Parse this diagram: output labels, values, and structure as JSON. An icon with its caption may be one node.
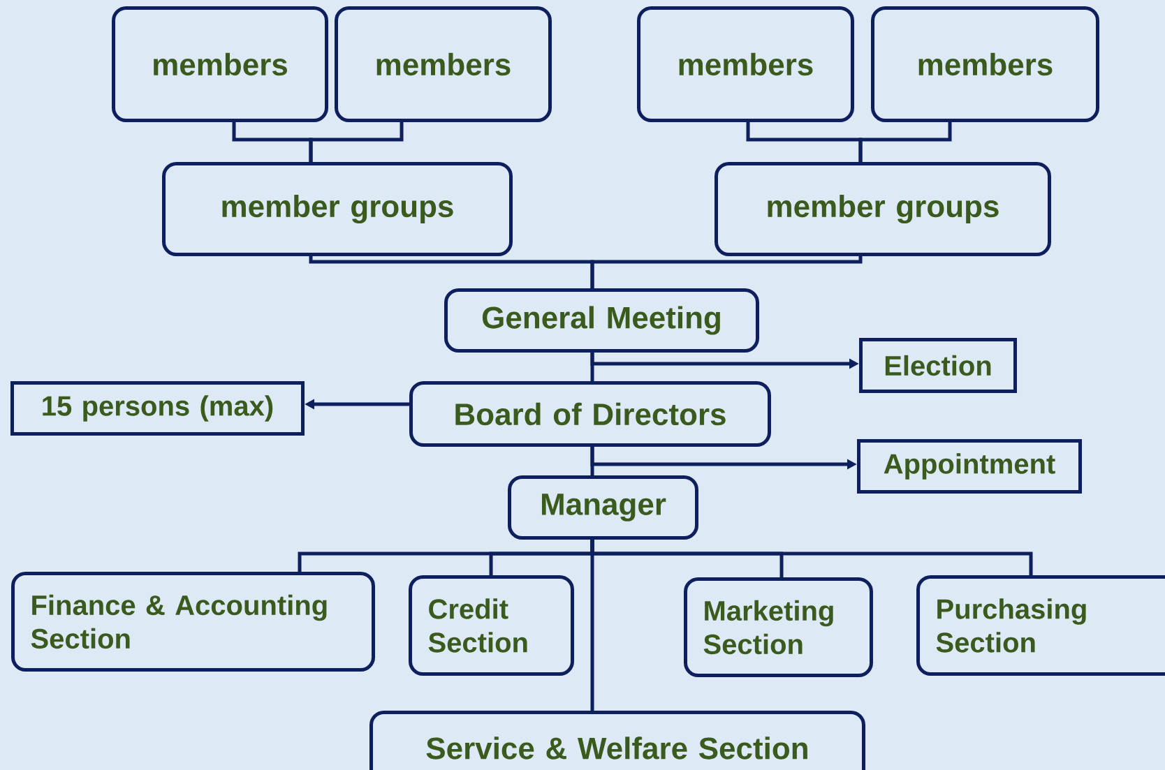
{
  "diagram": {
    "nodes": [
      {
        "text": [
          "members"
        ]
      },
      {
        "text": [
          "members"
        ]
      },
      {
        "text": [
          "members"
        ]
      },
      {
        "text": [
          "members"
        ]
      },
      {
        "text": [
          "member groups"
        ]
      },
      {
        "text": [
          "member groups"
        ]
      },
      {
        "text": [
          "General Meeting"
        ]
      },
      {
        "text": [
          "Election"
        ]
      },
      {
        "text": [
          "15 persons (max)"
        ]
      },
      {
        "text": [
          "Board of Directors"
        ]
      },
      {
        "text": [
          "Appointment"
        ]
      },
      {
        "text": [
          "Manager"
        ]
      },
      {
        "text": [
          "Finance & Accounting Section"
        ]
      },
      {
        "text": [
          "Credit Section"
        ]
      },
      {
        "text": [
          "Marketing Section"
        ]
      },
      {
        "text": [
          "Purchasing Section"
        ]
      },
      {
        "text": [
          "Service & Welfare Section"
        ]
      }
    ],
    "edges": [
      {
        "from": 0,
        "to": 4,
        "arrow": "none"
      },
      {
        "from": 1,
        "to": 4,
        "arrow": "none"
      },
      {
        "from": 2,
        "to": 5,
        "arrow": "none"
      },
      {
        "from": 3,
        "to": 5,
        "arrow": "none"
      },
      {
        "from": 4,
        "to": 6,
        "arrow": "none"
      },
      {
        "from": 5,
        "to": 6,
        "arrow": "none"
      },
      {
        "from": 6,
        "to": 9,
        "arrow": "none"
      },
      {
        "from": 6,
        "to": 7,
        "arrow": "to"
      },
      {
        "from": 9,
        "to": 8,
        "arrow": "to"
      },
      {
        "from": 9,
        "to": 11,
        "arrow": "none"
      },
      {
        "from": 9,
        "to": 10,
        "arrow": "to"
      },
      {
        "from": 11,
        "to": 12,
        "arrow": "none"
      },
      {
        "from": 11,
        "to": 13,
        "arrow": "none"
      },
      {
        "from": 11,
        "to": 14,
        "arrow": "none"
      },
      {
        "from": 11,
        "to": 15,
        "arrow": "none"
      },
      {
        "from": 11,
        "to": 16,
        "arrow": "none"
      }
    ]
  }
}
